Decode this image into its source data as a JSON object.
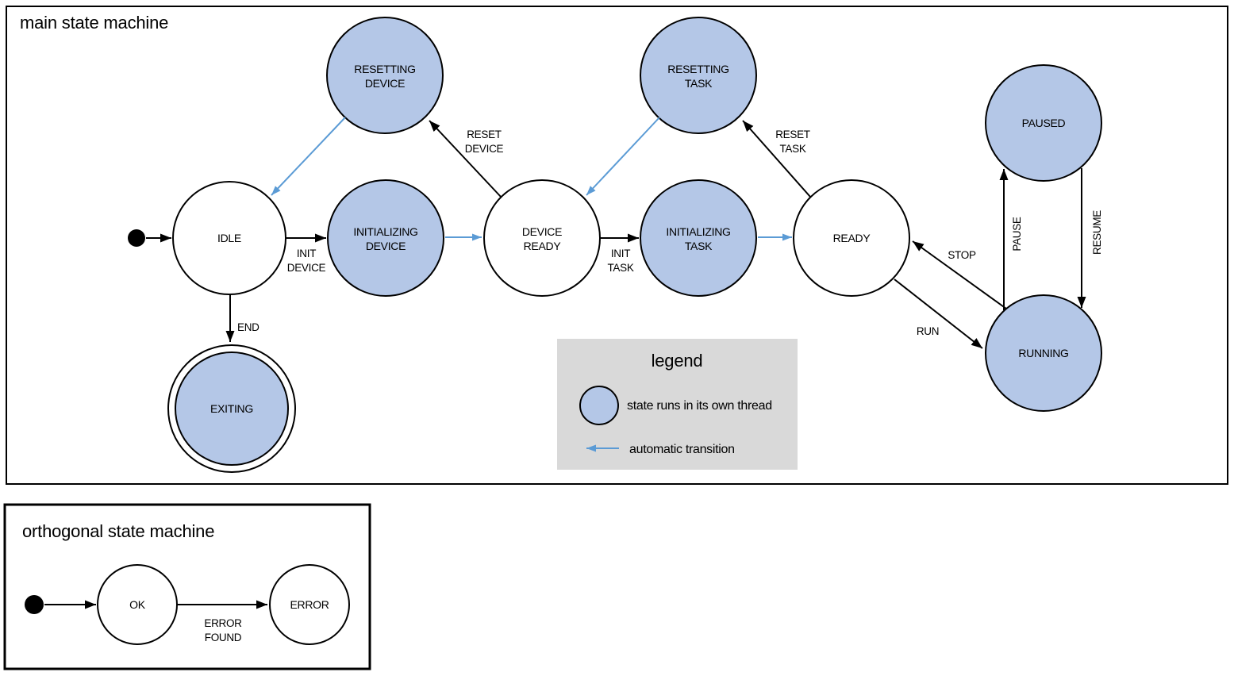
{
  "colors": {
    "threaded_state_fill": "#b4c7e7",
    "plain_state_fill": "#ffffff",
    "auto_transition_blue": "#5b9bd5",
    "legend_background": "#d9d9d9",
    "line_color": "#000000"
  },
  "main": {
    "title": "main state machine",
    "states": {
      "idle": {
        "label": "IDLE"
      },
      "resetting_device": {
        "line1": "RESETTING",
        "line2": "DEVICE"
      },
      "initializing_device": {
        "line1": "INITIALIZING",
        "line2": "DEVICE"
      },
      "device_ready": {
        "line1": "DEVICE",
        "line2": "READY"
      },
      "resetting_task": {
        "line1": "RESETTING",
        "line2": "TASK"
      },
      "initializing_task": {
        "line1": "INITIALIZING",
        "line2": "TASK"
      },
      "ready": {
        "label": "READY"
      },
      "paused": {
        "label": "PAUSED"
      },
      "running": {
        "label": "RUNNING"
      },
      "exiting": {
        "label": "EXITING"
      }
    },
    "transitions": {
      "init_device": {
        "line1": "INIT",
        "line2": "DEVICE"
      },
      "reset_device": {
        "line1": "RESET",
        "line2": "DEVICE"
      },
      "init_task": {
        "line1": "INIT",
        "line2": "TASK"
      },
      "reset_task": {
        "line1": "RESET",
        "line2": "TASK"
      },
      "stop": {
        "label": "STOP"
      },
      "run": {
        "label": "RUN"
      },
      "pause": {
        "label": "PAUSE"
      },
      "resume": {
        "label": "RESUME"
      },
      "end": {
        "label": "END"
      }
    }
  },
  "legend": {
    "title": "legend",
    "threaded_state_note": "state runs in its own thread",
    "auto_transition_note": "automatic transition"
  },
  "orthogonal": {
    "title": "orthogonal state machine",
    "states": {
      "ok": {
        "label": "OK"
      },
      "error": {
        "label": "ERROR"
      }
    },
    "transitions": {
      "error_found": {
        "line1": "ERROR",
        "line2": "FOUND"
      }
    }
  }
}
